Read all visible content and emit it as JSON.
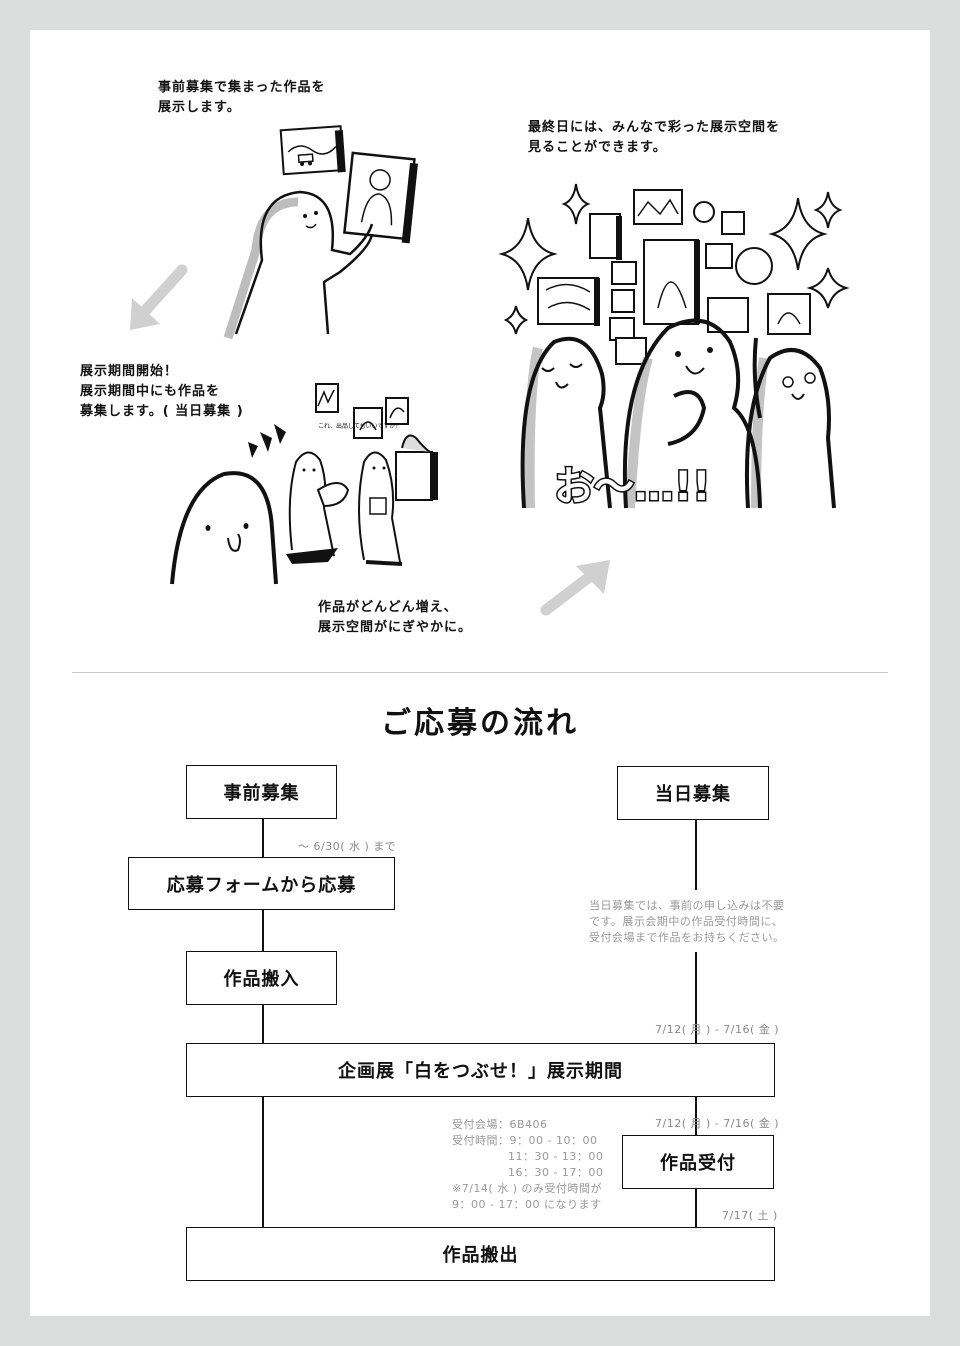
{
  "illustration": {
    "caption_pre_exhibit": [
      "事前募集で集まった作品を",
      "展示します。"
    ],
    "caption_final_day": [
      "最終日には、みんなで彩った展示空間を",
      "見ることができます。"
    ],
    "caption_period_start": [
      "展示期間開始！",
      "展示期間中にも作品を",
      "募集します。( 当日募集 )"
    ],
    "caption_grows": [
      "作品がどんどん増え、",
      "展示空間がにぎやかに。"
    ],
    "speech_small": "これ、出品してもいいですか？",
    "exclamation": "お〜…!!"
  },
  "flow": {
    "title": "ご応募の流れ",
    "pre_recruit": "事前募集",
    "same_day_recruit": "当日募集",
    "deadline": "〜 6/30( 水 ) まで",
    "apply_form": "応募フォームから応募",
    "same_day_note": [
      "当日募集では、事前の申し込みは不要",
      "です。展示会期中の作品受付時間に、",
      "受付会場まで作品をお持ちください。"
    ],
    "bring_in": "作品搬入",
    "period_dates": "7/12( 月 ) - 7/16( 金 )",
    "exhibition": "企画展「白をつぶせ！」展示期間",
    "reception_dates": "7/12( 月 ) - 7/16( 金 )",
    "reception_info": [
      "受付会場：6B406",
      "受付時間：9：00 - 10：00",
      "              11：30 - 13：00",
      "              16：30 - 17：00",
      "※7/14( 水 ) のみ受付時間が",
      "9：00 - 17：00 になります"
    ],
    "reception": "作品受付",
    "carry_out_date": "7/17( 土 )",
    "carry_out": "作品搬出"
  },
  "colors": {
    "background": "#dcdddd",
    "sheet": "#ffffff",
    "ink": "#111111",
    "note": "#888888",
    "arrow": "#d0d0d0"
  }
}
